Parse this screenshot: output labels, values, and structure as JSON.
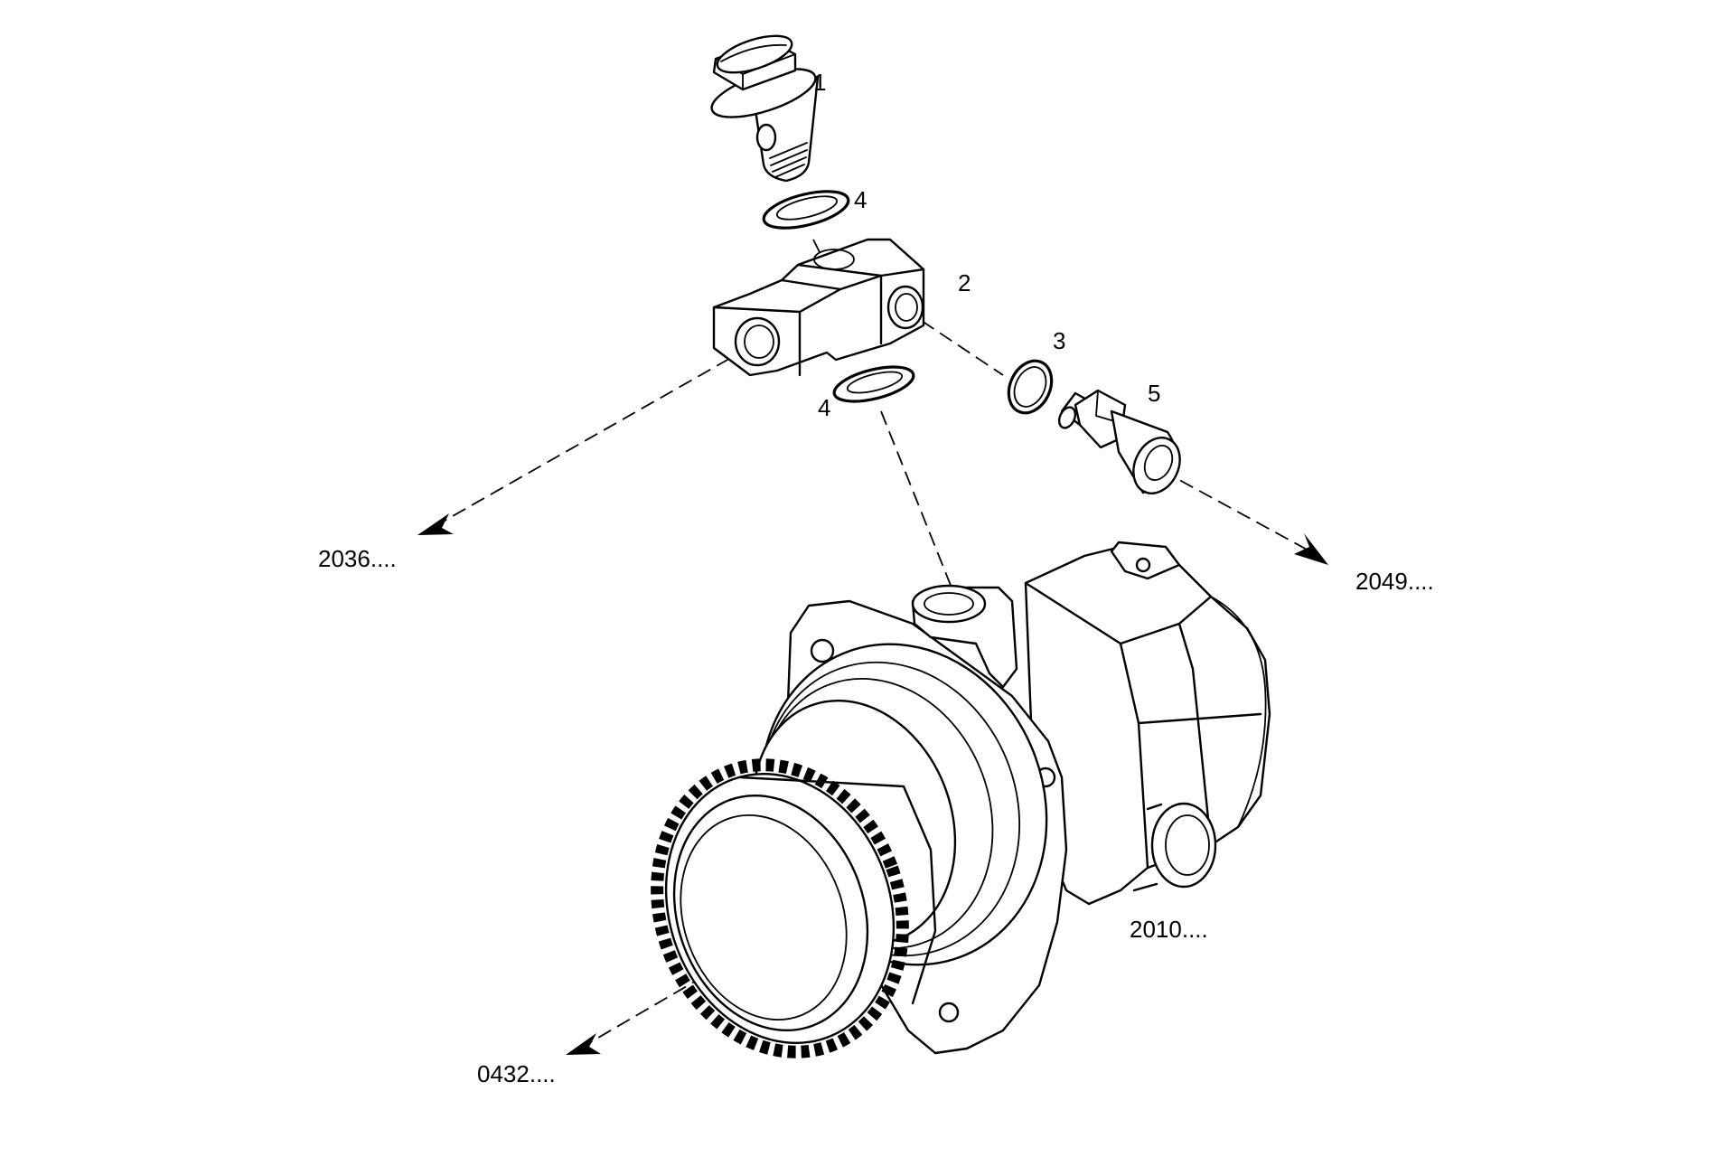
{
  "diagram": {
    "callouts": [
      {
        "id": "1",
        "text": "1"
      },
      {
        "id": "2",
        "text": "2"
      },
      {
        "id": "3",
        "text": "3"
      },
      {
        "id": "4a",
        "text": "4"
      },
      {
        "id": "4b",
        "text": "4"
      },
      {
        "id": "5",
        "text": "5"
      }
    ],
    "references": [
      {
        "id": "2036",
        "text": "2036...."
      },
      {
        "id": "2049",
        "text": "2049...."
      },
      {
        "id": "2010",
        "text": "2010...."
      },
      {
        "id": "0432",
        "text": "0432...."
      }
    ],
    "ink_color": "#000000",
    "background_color": "#ffffff"
  }
}
